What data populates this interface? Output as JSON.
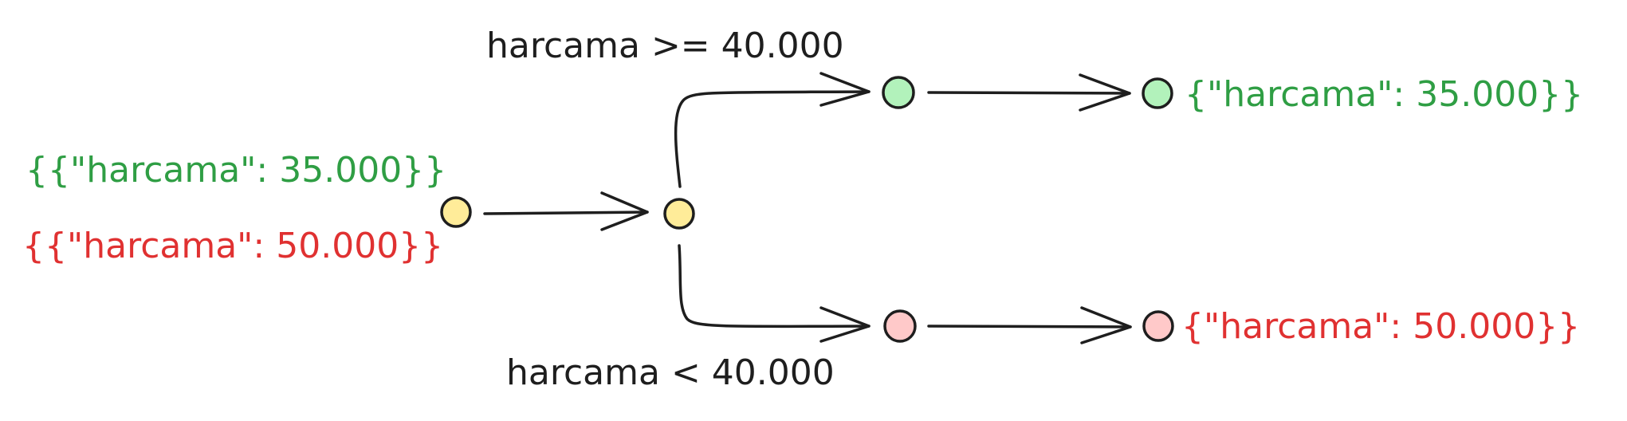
{
  "colors": {
    "ink": "#1e1e1e",
    "green_text": "#2f9e44",
    "red_text": "#e03131",
    "node_yellow": "#ffec99",
    "node_green": "#b2f2bb",
    "node_pink": "#ffc9c9"
  },
  "input": {
    "line_green": "{{\"harcama\": 35.000}}",
    "line_red": "{{\"harcama\": 50.000}}"
  },
  "conditions": {
    "upper": "harcama >= 40.000",
    "lower": "harcama < 40.000"
  },
  "outputs": {
    "green": "{\"harcama\": 35.000}}",
    "red": "{\"harcama\": 50.000}}"
  }
}
